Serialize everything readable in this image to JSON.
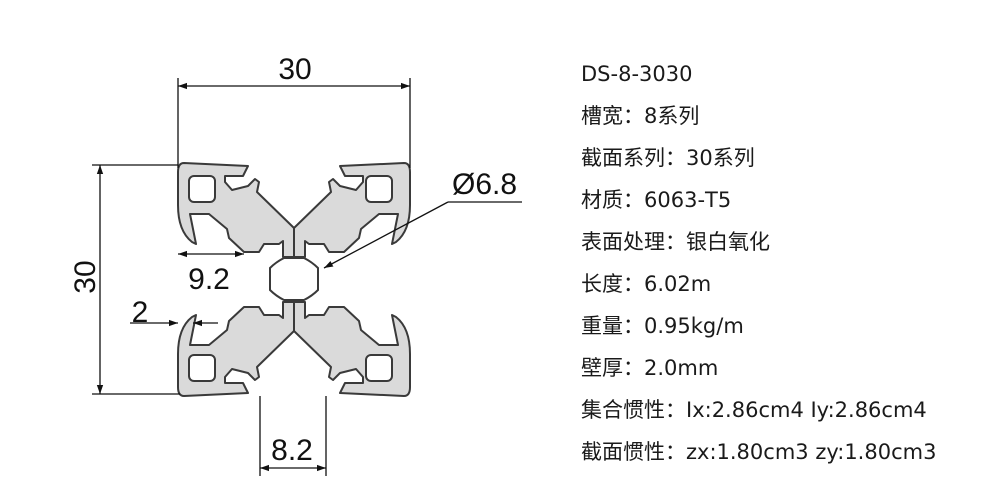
{
  "dimensions": {
    "width": "30",
    "height": "30",
    "hole_diameter": "Ø6.8",
    "slot_depth": "9.2",
    "wall": "2",
    "slot_width": "8.2"
  },
  "specs": [
    "DS-8-3030",
    "槽宽：8系列",
    "截面系列：30系列",
    "材质：6063-T5",
    "表面处理：银白氧化",
    "长度：6.02m",
    "重量：0.95kg/m",
    "壁厚：2.0mm",
    "集合惯性：Ix:2.86cm4 Iy:2.86cm4",
    "截面惯性：zx:1.80cm3 zy:1.80cm3"
  ],
  "colors": {
    "profile_fill": "#dadada",
    "profile_stroke": "#3a3a3a",
    "line": "#111111"
  }
}
